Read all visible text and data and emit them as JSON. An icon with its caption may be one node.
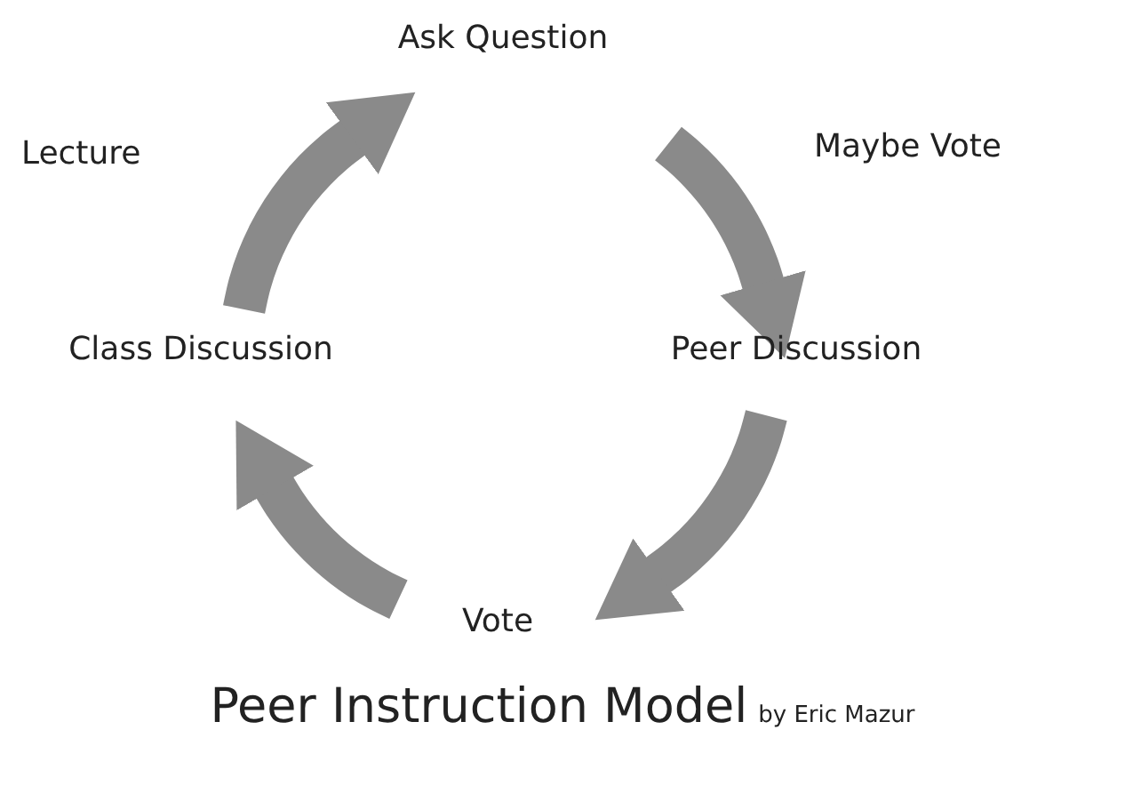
{
  "diagram": {
    "title": "Peer Instruction Model",
    "caption": "by Eric Mazur",
    "nodes": [
      {
        "text": [
          "Ask Question"
        ]
      },
      {
        "text": [
          "Peer Discussion"
        ]
      },
      {
        "text": [
          "Vote"
        ]
      },
      {
        "text": [
          "Class Discussion"
        ]
      }
    ],
    "edges": [
      {
        "from": 0,
        "to": 1,
        "arrow": "to",
        "label": "Maybe Vote"
      },
      {
        "from": 1,
        "to": 2,
        "arrow": "to"
      },
      {
        "from": 2,
        "to": 3,
        "arrow": "to"
      },
      {
        "from": 3,
        "to": 0,
        "arrow": "to",
        "label": "Lecture"
      }
    ]
  }
}
